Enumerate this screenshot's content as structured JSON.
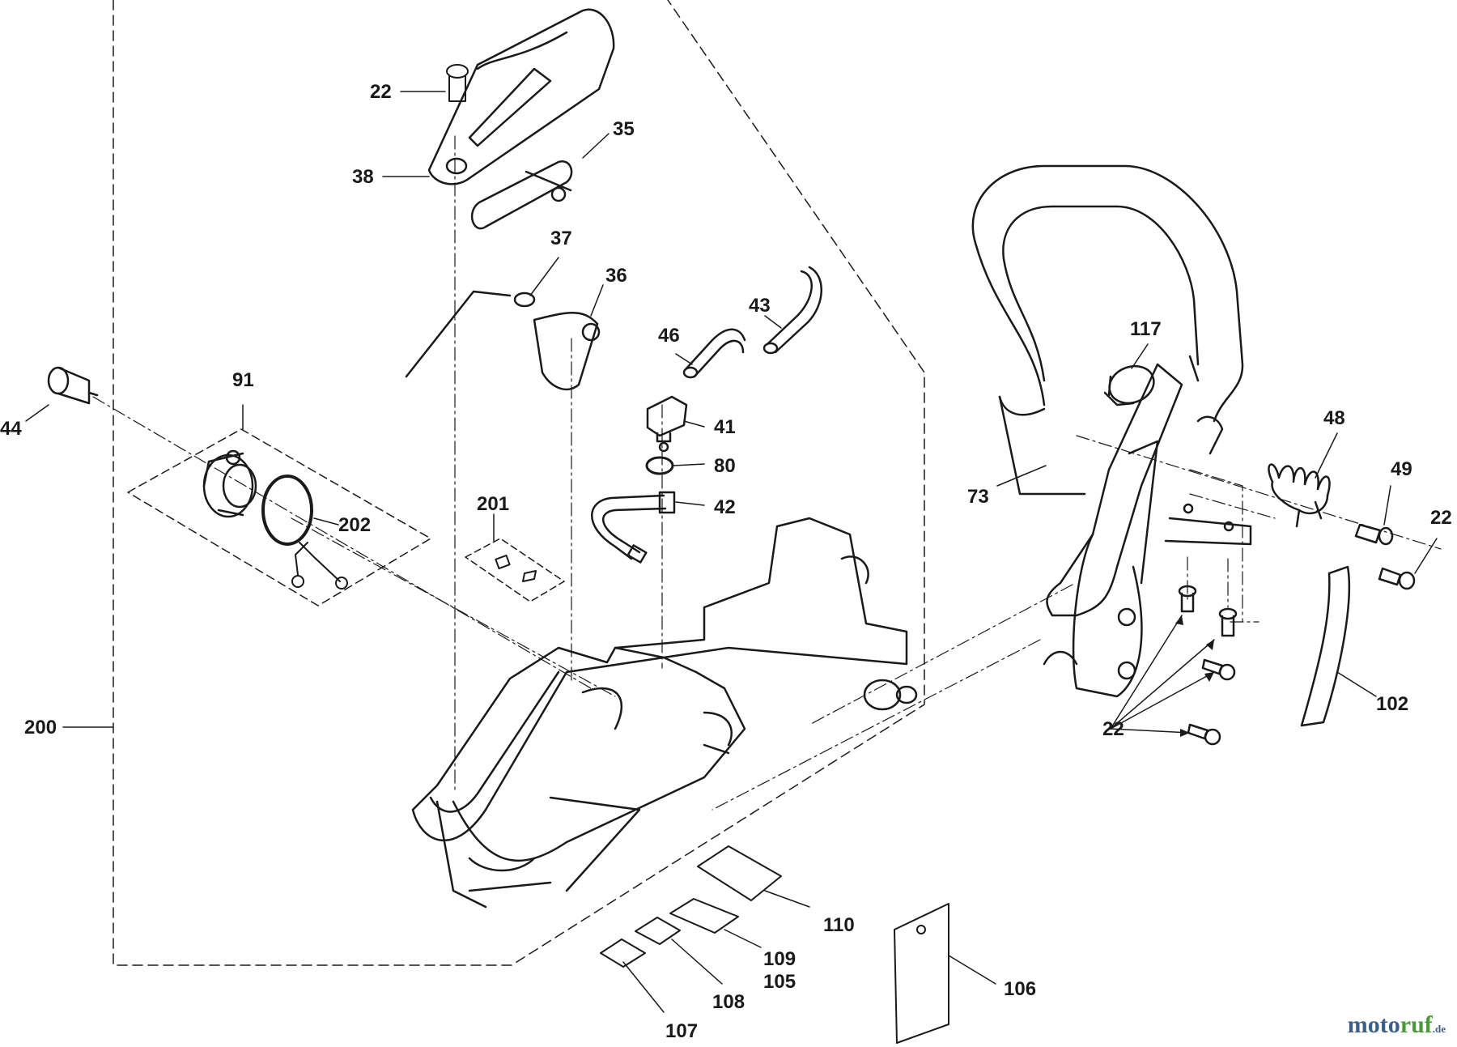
{
  "labels": {
    "l22a": "22",
    "l38": "38",
    "l35": "35",
    "l37": "37",
    "l36": "36",
    "l43": "43",
    "l46": "46",
    "l41": "41",
    "l80": "80",
    "l42": "42",
    "l201": "201",
    "l91": "91",
    "l202": "202",
    "l44": "44",
    "l200": "200",
    "l117": "117",
    "l48": "48",
    "l49": "49",
    "l22b": "22",
    "l73": "73",
    "l102": "102",
    "l22c": "22",
    "l110": "110",
    "l109": "109",
    "l105": "105",
    "l108": "108",
    "l107": "107",
    "l106": "106"
  },
  "watermark": {
    "part1": "moto",
    "part2": "ruf",
    "part3": ".de"
  },
  "colors": {
    "line": "#1a1a1a",
    "watermark_blue": "#3a5f8a",
    "watermark_green": "#4a9a3a"
  }
}
